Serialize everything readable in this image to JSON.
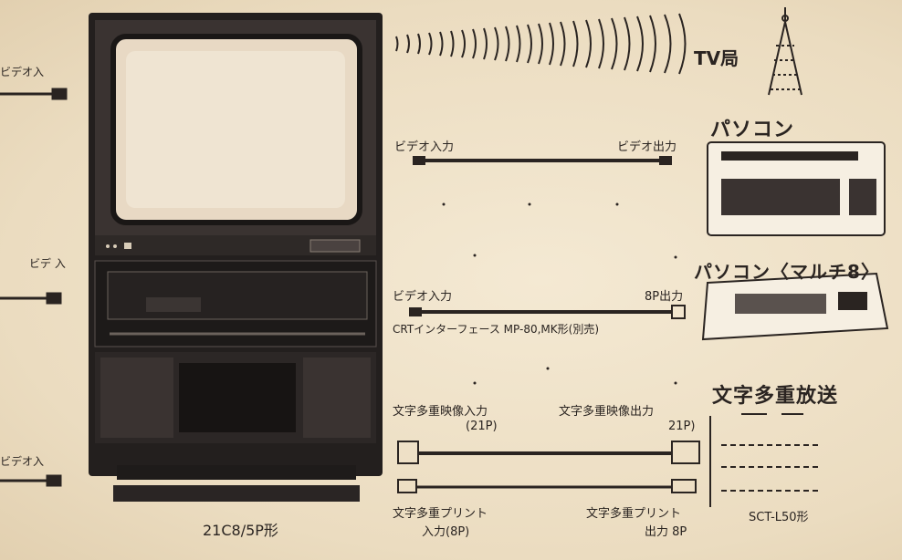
{
  "tv_station": "TV局",
  "left_labels": {
    "top": "ビデオ入",
    "middle": "ビデ 入",
    "bottom": "ビデオ入"
  },
  "tv_model": "21C8/5P形",
  "rows": [
    {
      "device": "パソコン",
      "left": "ビデオ入力",
      "right": "ビデオ出力"
    },
    {
      "device": "パソコン〈マルチ8〉",
      "left": "ビデオ入力",
      "right": "8P出力",
      "caption": "CRTインターフェース MP-80,MK形(別売)"
    },
    {
      "device": "文字多重放送",
      "left_top": "文字多重映像入力",
      "left_top_sub": "(21P)",
      "right_top": "文字多重映像出力",
      "right_top_sub": "21P)",
      "left_bottom": "文字多重プリント",
      "left_bottom_sub": "入力(8P)",
      "right_bottom": "文字多重プリント",
      "right_bottom_sub": "出力 8P",
      "model": "SCT-L50形"
    }
  ]
}
